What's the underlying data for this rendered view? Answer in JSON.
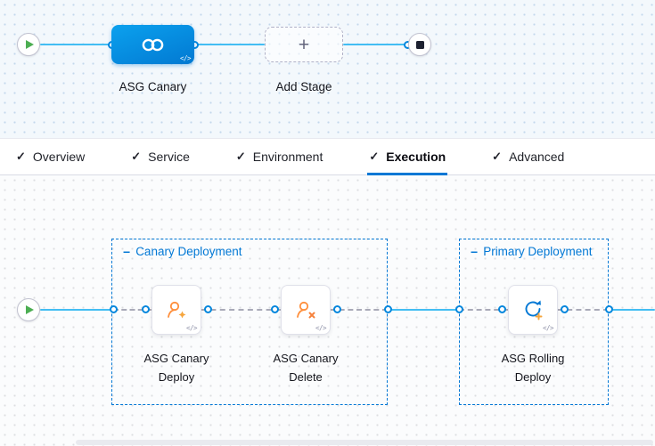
{
  "colors": {
    "accent_blue": "#0278d5",
    "stage_blue": "#0292e4",
    "line_blue": "#43bdf3",
    "canary_orange": "#ff8f3c",
    "play_green": "#4cae52"
  },
  "stage_canvas": {
    "stage": {
      "label": "ASG Canary",
      "code_badge": "</>"
    },
    "add_stage": {
      "label": "Add Stage",
      "plus": "+"
    }
  },
  "tabs": {
    "check": "✓",
    "items": [
      {
        "label": "Overview",
        "active": false
      },
      {
        "label": "Service",
        "active": false
      },
      {
        "label": "Environment",
        "active": false
      },
      {
        "label": "Execution",
        "active": true
      },
      {
        "label": "Advanced",
        "active": false
      }
    ]
  },
  "execution": {
    "collapse_glyph": "−",
    "code_badge": "</>",
    "groups": [
      {
        "label": "Canary Deployment",
        "steps": [
          {
            "name": "ASG Canary Deploy",
            "icon": "canary-deploy-icon"
          },
          {
            "name": "ASG Canary Delete",
            "icon": "canary-delete-icon"
          }
        ]
      },
      {
        "label": "Primary Deployment",
        "steps": [
          {
            "name": "ASG Rolling Deploy",
            "icon": "rolling-deploy-icon"
          }
        ]
      }
    ]
  }
}
